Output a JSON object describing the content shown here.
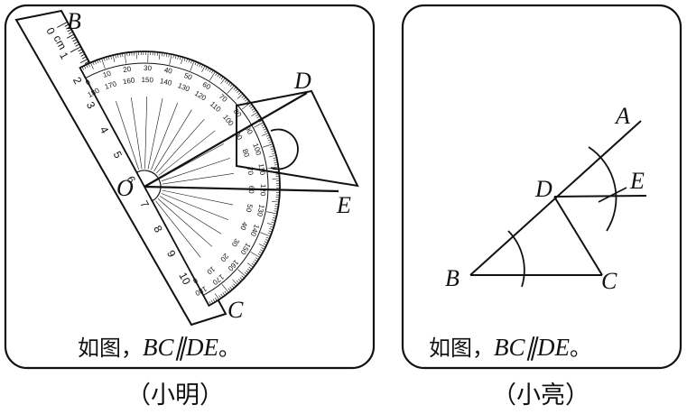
{
  "panel_left": {
    "points": {
      "B": "B",
      "C": "C",
      "D": "D",
      "E": "E",
      "O": "O"
    },
    "caption_prefix": "如图，",
    "caption_math": "BC∥DE",
    "caption_suffix": "。",
    "subtitle": "（小明）",
    "ruler": {
      "unit": "cm",
      "numbers": [
        "0",
        "1",
        "2",
        "3",
        "4",
        "5",
        "6",
        "7",
        "8",
        "9",
        "10"
      ]
    },
    "protractor": {
      "outer_scale": [
        "0",
        "10",
        "20",
        "30",
        "40",
        "50",
        "60",
        "70",
        "80",
        "90",
        "100",
        "110",
        "120",
        "130",
        "140",
        "150",
        "160",
        "170",
        "180"
      ],
      "inner_scale": [
        "180",
        "170",
        "160",
        "150",
        "140",
        "130",
        "120",
        "110",
        "100",
        "90",
        "80",
        "70",
        "60",
        "50",
        "40",
        "30",
        "20",
        "10",
        "0"
      ]
    }
  },
  "panel_right": {
    "points": {
      "A": "A",
      "B": "B",
      "C": "C",
      "D": "D",
      "E": "E"
    },
    "caption_prefix": "如图，",
    "caption_math": "BC∥DE",
    "caption_suffix": "。",
    "subtitle": "（小亮）"
  }
}
